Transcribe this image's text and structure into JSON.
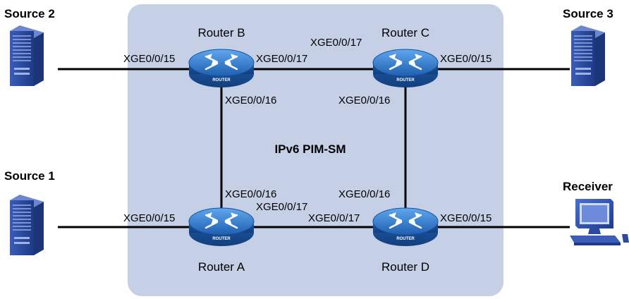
{
  "diagram": {
    "domain_label": "IPv6 PIM-SM",
    "routers": {
      "b": {
        "name": "Router B",
        "tag": "ROUTER"
      },
      "c": {
        "name": "Router C",
        "tag": "ROUTER"
      },
      "a": {
        "name": "Router A",
        "tag": "ROUTER"
      },
      "d": {
        "name": "Router D",
        "tag": "ROUTER"
      }
    },
    "hosts": {
      "source2": "Source 2",
      "source3": "Source 3",
      "source1": "Source 1",
      "receiver": "Receiver"
    },
    "interfaces": {
      "b_to_source2": "XGE0/0/15",
      "b_to_c": "XGE0/0/17",
      "c_to_b": "XGE0/0/17",
      "c_to_source3": "XGE0/0/15",
      "b_to_a": "XGE0/0/16",
      "c_to_d": "XGE0/0/16",
      "a_to_b": "XGE0/0/16",
      "d_to_c": "XGE0/0/16",
      "a_to_d": "XGE0/0/17",
      "a_to_source1": "XGE0/0/15",
      "d_to_a": "XGE0/0/17",
      "d_to_receiver": "XGE0/0/15"
    },
    "colors": {
      "domain_fill": "#c5d0e6",
      "router_body": "#2a6fc0",
      "server_body": "#2d4a9e",
      "link": "#000000"
    }
  }
}
